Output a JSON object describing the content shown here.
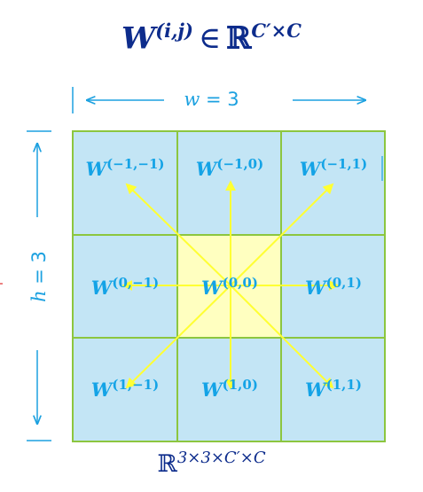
{
  "title": {
    "symbol": "W",
    "superscript": "(i,j)",
    "relation": "∈",
    "space": "ℝ",
    "space_superscript": "C′×C"
  },
  "width_label": {
    "var": "w",
    "rest": " = 3"
  },
  "height_label": {
    "var": "h",
    "rest": " = 3"
  },
  "bottom_label": {
    "space": "ℝ",
    "superscript": "3×3×C′×C"
  },
  "cells": [
    {
      "symbol": "W",
      "superscript": "(−1,−1)"
    },
    {
      "symbol": "W",
      "superscript": "(−1,0)"
    },
    {
      "symbol": "W",
      "superscript": "(−1,1)"
    },
    {
      "symbol": "W",
      "superscript": "(0,−1)"
    },
    {
      "symbol": "W",
      "superscript": "(0,0)"
    },
    {
      "symbol": "W",
      "superscript": "(0,1)"
    },
    {
      "symbol": "W",
      "superscript": "(1,−1)"
    },
    {
      "symbol": "W",
      "superscript": "(1,0)"
    },
    {
      "symbol": "W",
      "superscript": "(1,1)"
    }
  ],
  "colors": {
    "cell": "#c3e5f5",
    "center": "#ffffc0",
    "grid": "#8cc63f",
    "arrow": "#ffff33",
    "title": "#0d2c8c",
    "label": "#14a3e6",
    "dimension": "#1ca1e0"
  }
}
